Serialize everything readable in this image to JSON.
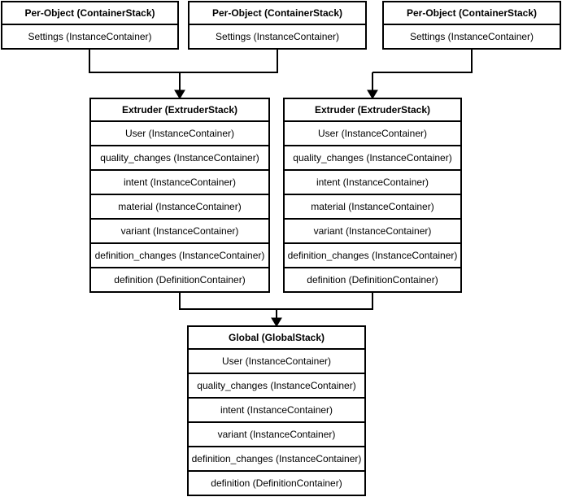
{
  "diagram": {
    "background_color": "#ffffff",
    "line_color": "#000000",
    "text_color": "#000000"
  },
  "boxes": {
    "per_object_1": {
      "title": "Per-Object (ContainerStack)",
      "rows": [
        "Settings (InstanceContainer)"
      ]
    },
    "per_object_2": {
      "title": "Per-Object (ContainerStack)",
      "rows": [
        "Settings (InstanceContainer)"
      ]
    },
    "per_object_3": {
      "title": "Per-Object (ContainerStack)",
      "rows": [
        "Settings (InstanceContainer)"
      ]
    },
    "extruder_1": {
      "title": "Extruder (ExtruderStack)",
      "rows": [
        "User (InstanceContainer)",
        "quality_changes (InstanceContainer)",
        "intent (InstanceContainer)",
        "material (InstanceContainer)",
        "variant (InstanceContainer)",
        "definition_changes (InstanceContainer)",
        "definition (DefinitionContainer)"
      ]
    },
    "extruder_2": {
      "title": "Extruder (ExtruderStack)",
      "rows": [
        "User (InstanceContainer)",
        "quality_changes (InstanceContainer)",
        "intent (InstanceContainer)",
        "material (InstanceContainer)",
        "variant (InstanceContainer)",
        "definition_changes (InstanceContainer)",
        "definition (DefinitionContainer)"
      ]
    },
    "global": {
      "title": "Global (GlobalStack)",
      "rows": [
        "User (InstanceContainer)",
        "quality_changes (InstanceContainer)",
        "intent (InstanceContainer)",
        "variant (InstanceContainer)",
        "definition_changes (InstanceContainer)",
        "definition (DefinitionContainer)"
      ]
    }
  },
  "connections": [
    {
      "from": [
        "Per-Object (ContainerStack) #1",
        "Per-Object (ContainerStack) #2"
      ],
      "to": "Extruder (ExtruderStack) #1",
      "arrow": "down"
    },
    {
      "from": [
        "Per-Object (ContainerStack) #3"
      ],
      "to": "Extruder (ExtruderStack) #2",
      "arrow": "down"
    },
    {
      "from": [
        "Extruder (ExtruderStack) #1",
        "Extruder (ExtruderStack) #2"
      ],
      "to": "Global (GlobalStack)",
      "arrow": "down"
    }
  ]
}
